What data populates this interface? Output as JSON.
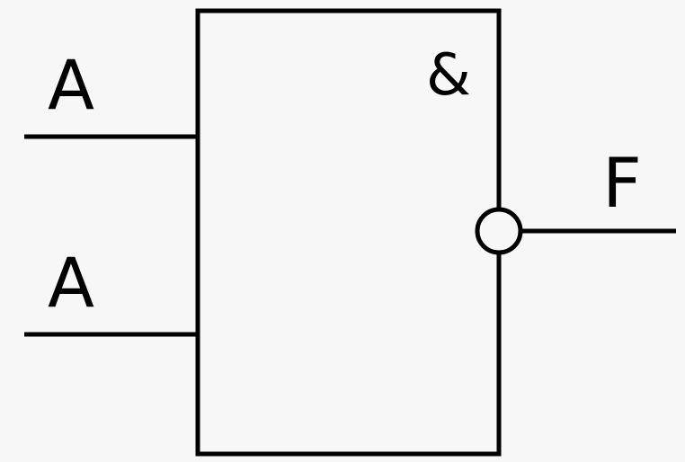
{
  "gate": {
    "symbol": "&",
    "inputs": [
      {
        "label": "A"
      },
      {
        "label": "A"
      }
    ],
    "output": {
      "label": "F",
      "inverted": true
    }
  },
  "colors": {
    "background": "#f8f7f8",
    "stroke": "#000000",
    "box_fill": "#f8f7f8"
  }
}
